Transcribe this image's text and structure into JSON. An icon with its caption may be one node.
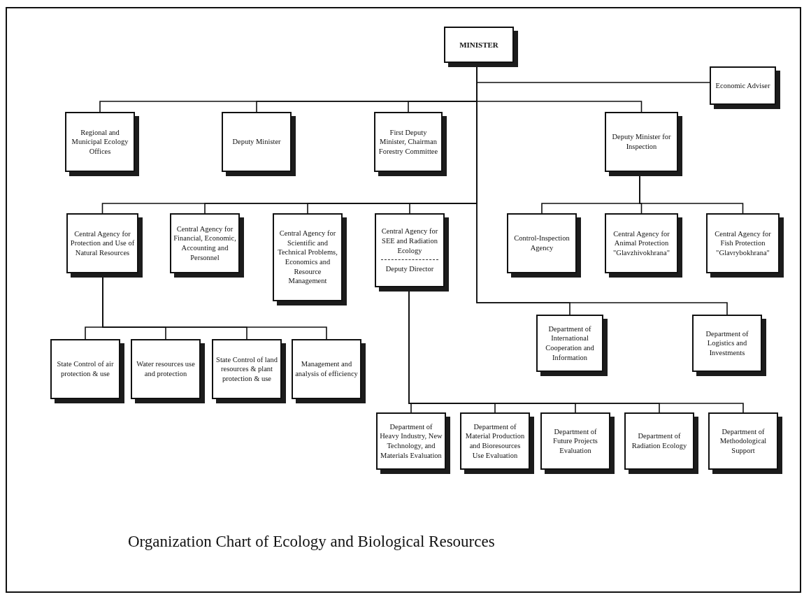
{
  "diagram": {
    "caption": "Organization Chart of Ecology and Biological Resources",
    "nodes": [
      {
        "text": [
          "MINISTER"
        ]
      },
      {
        "text": [
          "Economic Adviser"
        ]
      },
      {
        "text": [
          "Regional and Municipal Ecology Offices"
        ]
      },
      {
        "text": [
          "Deputy Minister"
        ]
      },
      {
        "text": [
          "First Deputy Minister, Chairman Forestry Committee"
        ]
      },
      {
        "text": [
          "Deputy Minister for Inspection"
        ]
      },
      {
        "text": [
          "Central Agency for Protection and Use of Natural Resources"
        ]
      },
      {
        "text": [
          "Central Agency for Financial, Economic, Accounting and Personnel"
        ]
      },
      {
        "text": [
          "Central Agency for Scientific and Technical Problems, Economics and Resource Management"
        ]
      },
      {
        "text": [
          "Central Agency for SEE and Radiation Ecology",
          "Deputy Director"
        ]
      },
      {
        "text": [
          "Control-Inspection Agency"
        ]
      },
      {
        "text": [
          "Central Agency for Animal Protection \"Glavzhivokhrana\""
        ]
      },
      {
        "text": [
          "Central Agency for Fish Protection \"Glavrybokhrana\""
        ]
      },
      {
        "text": [
          "Department of International Cooperation and Information"
        ]
      },
      {
        "text": [
          "Department of Logistics and Investments"
        ]
      },
      {
        "text": [
          "State Control of air protection & use"
        ]
      },
      {
        "text": [
          "Water resources use and protection"
        ]
      },
      {
        "text": [
          "State Control of land resources & plant protection & use"
        ]
      },
      {
        "text": [
          "Management and analysis of efficiency"
        ]
      },
      {
        "text": [
          "Department of Heavy Industry, New Technology, and Materials Evaluation"
        ]
      },
      {
        "text": [
          "Department of Material Production and Bioresources Use Evaluation"
        ]
      },
      {
        "text": [
          "Department of Future Projects Evaluation"
        ]
      },
      {
        "text": [
          "Department of Radiation Ecology"
        ]
      },
      {
        "text": [
          "Department of Methodological Support"
        ]
      }
    ],
    "edges": [
      {
        "from": 0,
        "to": 1,
        "arrow": "none"
      },
      {
        "from": 0,
        "to": 2,
        "arrow": "none"
      },
      {
        "from": 0,
        "to": 3,
        "arrow": "none"
      },
      {
        "from": 0,
        "to": 4,
        "arrow": "none"
      },
      {
        "from": 0,
        "to": 5,
        "arrow": "none"
      },
      {
        "from": 0,
        "to": 6,
        "arrow": "none"
      },
      {
        "from": 0,
        "to": 7,
        "arrow": "none"
      },
      {
        "from": 0,
        "to": 8,
        "arrow": "none"
      },
      {
        "from": 0,
        "to": 9,
        "arrow": "none"
      },
      {
        "from": 5,
        "to": 10,
        "arrow": "none"
      },
      {
        "from": 5,
        "to": 11,
        "arrow": "none"
      },
      {
        "from": 5,
        "to": 12,
        "arrow": "none"
      },
      {
        "from": 0,
        "to": 13,
        "arrow": "none"
      },
      {
        "from": 0,
        "to": 14,
        "arrow": "none"
      },
      {
        "from": 6,
        "to": 15,
        "arrow": "none"
      },
      {
        "from": 6,
        "to": 16,
        "arrow": "none"
      },
      {
        "from": 6,
        "to": 17,
        "arrow": "none"
      },
      {
        "from": 6,
        "to": 18,
        "arrow": "none"
      },
      {
        "from": 9,
        "to": 19,
        "arrow": "none"
      },
      {
        "from": 9,
        "to": 20,
        "arrow": "none"
      },
      {
        "from": 9,
        "to": 21,
        "arrow": "none"
      },
      {
        "from": 9,
        "to": 22,
        "arrow": "none"
      },
      {
        "from": 9,
        "to": 23,
        "arrow": "none"
      }
    ]
  }
}
